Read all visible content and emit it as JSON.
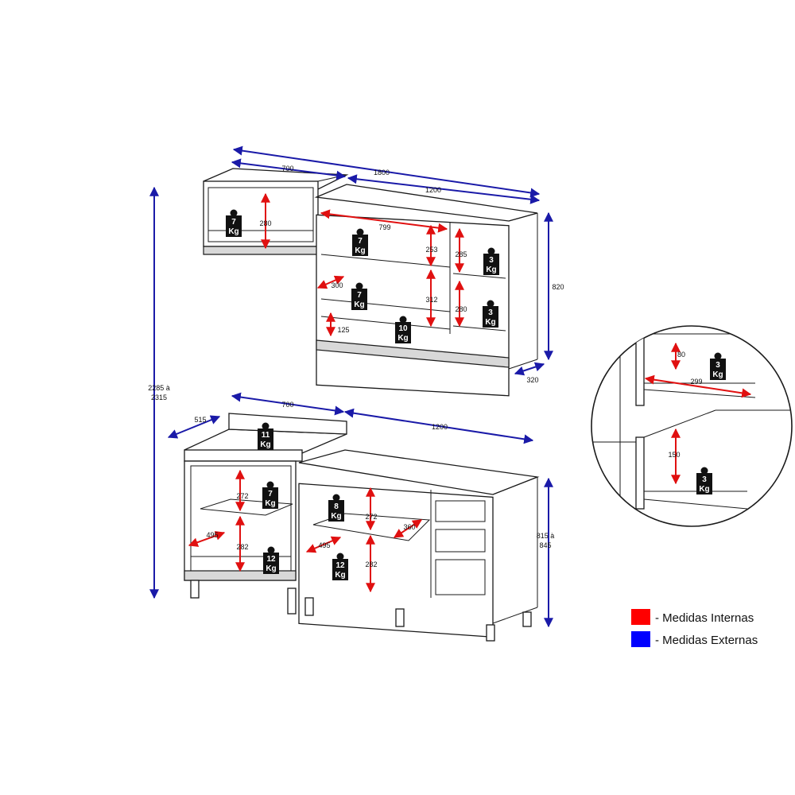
{
  "external": {
    "top_total_width": "1800",
    "top_left_width": "700",
    "top_right_width": "1200",
    "top_height": "820",
    "top_depth": "320",
    "total_height_line1": "2285 à",
    "total_height_line2": "2315",
    "base_left_width": "700",
    "base_right_width": "1200",
    "base_depth": "515",
    "base_height_line1": "815 à",
    "base_height_line2": "845"
  },
  "internal": {
    "top_left_shelf": "280",
    "top_inner_width": "799",
    "top_upper_shelf": "253",
    "top_lower_shelf": "312",
    "top_depth_inner": "300",
    "top_bottom_gap": "125",
    "top_small_upper": "285",
    "top_small_lower": "280",
    "base_left_upper": "272",
    "base_left_lower": "282",
    "base_left_depth": "495",
    "base_mid_upper": "272",
    "base_mid_lower": "282",
    "base_mid_depth": "495",
    "base_drawer_depth": "360",
    "detail_top": "80",
    "detail_width": "299",
    "detail_bottom": "150"
  },
  "weights": {
    "w1": {
      "num": "7",
      "unit": "Kg"
    },
    "w2": {
      "num": "7",
      "unit": "Kg"
    },
    "w3": {
      "num": "7",
      "unit": "Kg"
    },
    "w4": {
      "num": "10",
      "unit": "Kg"
    },
    "w5": {
      "num": "3",
      "unit": "Kg"
    },
    "w6": {
      "num": "3",
      "unit": "Kg"
    },
    "w7": {
      "num": "11",
      "unit": "Kg"
    },
    "w8": {
      "num": "7",
      "unit": "Kg"
    },
    "w9": {
      "num": "12",
      "unit": "Kg"
    },
    "w10": {
      "num": "8",
      "unit": "Kg"
    },
    "w11": {
      "num": "12",
      "unit": "Kg"
    },
    "w12": {
      "num": "3",
      "unit": "Kg"
    },
    "w13": {
      "num": "3",
      "unit": "Kg"
    }
  },
  "legend": {
    "internal_label": "- Medidas Internas",
    "external_label": "- Medidas Externas",
    "internal_color": "#ff0000",
    "external_color": "#0000ff"
  }
}
